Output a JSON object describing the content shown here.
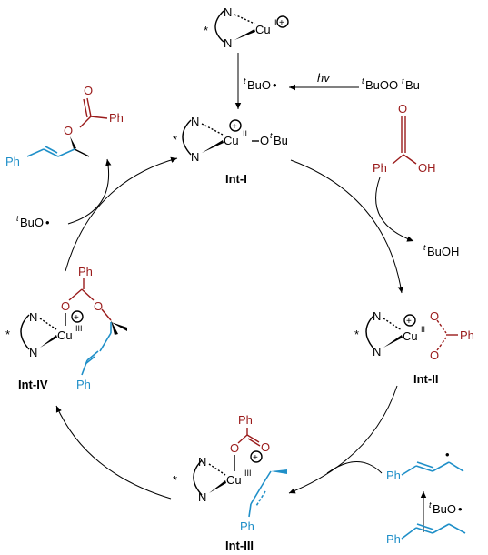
{
  "labels": {
    "cu_i": "Cu",
    "cu_i_ox": "I",
    "cu_ii": "Cu",
    "cu_ii_ox": "II",
    "cu_iii": "Cu",
    "cu_iii_ox": "III",
    "n": "N",
    "star": "*",
    "plus": "+",
    "otbu_o": "O",
    "otbu_t": "t",
    "otbu_bu": "Bu",
    "tbuo_radical": "BuO",
    "t": "t",
    "hv": "hv",
    "peroxide_a": "BuOO",
    "peroxide_b": "Bu",
    "ph": "Ph",
    "oh": "OH",
    "o": "O",
    "tbuoh": "BuOH",
    "dot": "•"
  },
  "intermediates": {
    "int1": "Int-I",
    "int2": "Int-II",
    "int3": "Int-III",
    "int4": "Int-IV"
  }
}
